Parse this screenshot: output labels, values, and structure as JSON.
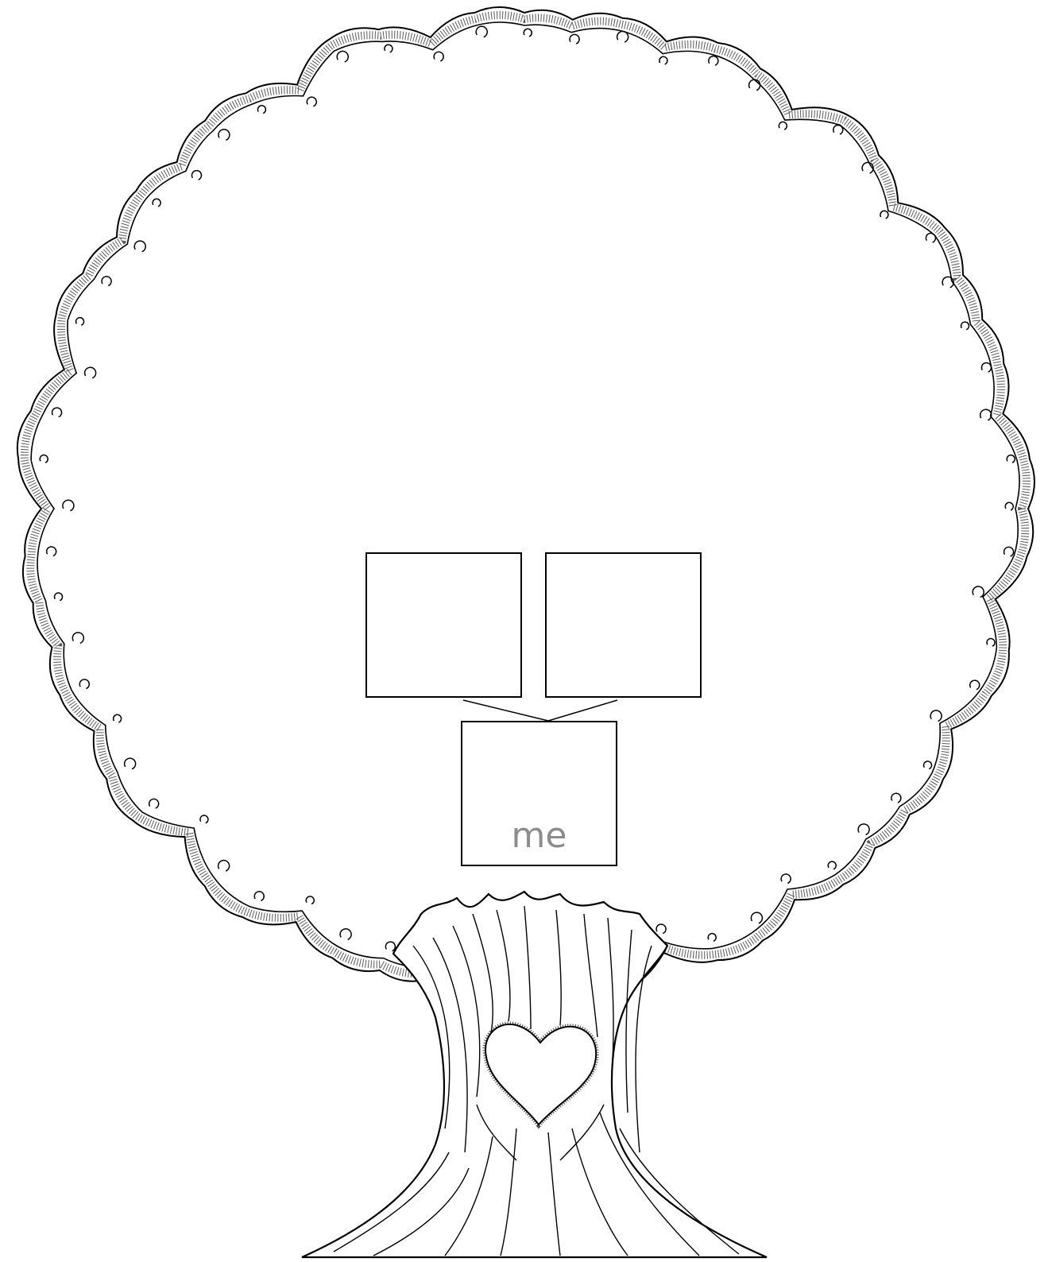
{
  "family_tree": {
    "boxes": [
      {
        "role": "parent-left",
        "label": ""
      },
      {
        "role": "parent-right",
        "label": ""
      },
      {
        "role": "self",
        "label": "me"
      }
    ],
    "me_label": "me"
  },
  "colors": {
    "line": "#000000",
    "background": "#ffffff",
    "label_text": "#8c8c8c"
  },
  "icons": [
    "tree-illustration",
    "heart-carving-icon"
  ]
}
